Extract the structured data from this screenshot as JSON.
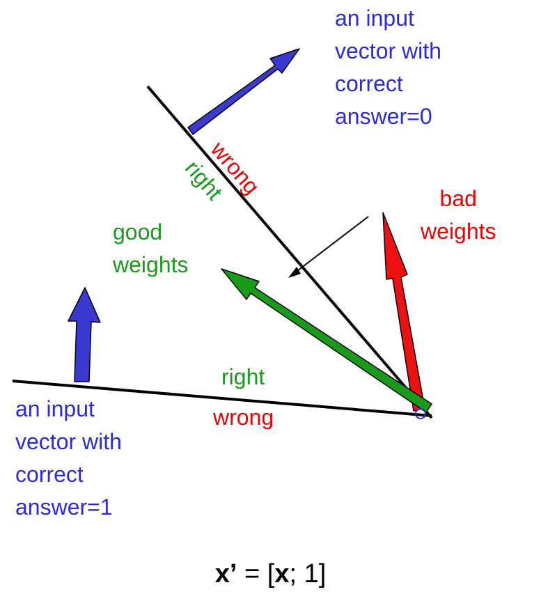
{
  "labels": {
    "input_top": [
      "an input",
      "vector with",
      "correct",
      "answer=0"
    ],
    "input_bottom": [
      "an input",
      "vector with",
      "correct",
      "answer=1"
    ],
    "bad_weights": [
      "bad",
      "weights"
    ],
    "good_weights": [
      "good",
      "weights"
    ],
    "upper_wrong": "wrong",
    "upper_right": "right",
    "lower_right": "right",
    "lower_wrong": "wrong",
    "origin": "o"
  },
  "formula": {
    "x_prime": "x’",
    "eq": " = [",
    "x": "x",
    "tail": "; 1]"
  },
  "colors": {
    "input_vector": "#3a3ad0",
    "bad_weights": "#ee1111",
    "good_weights": "#1a9a1a",
    "line": "#000000"
  }
}
